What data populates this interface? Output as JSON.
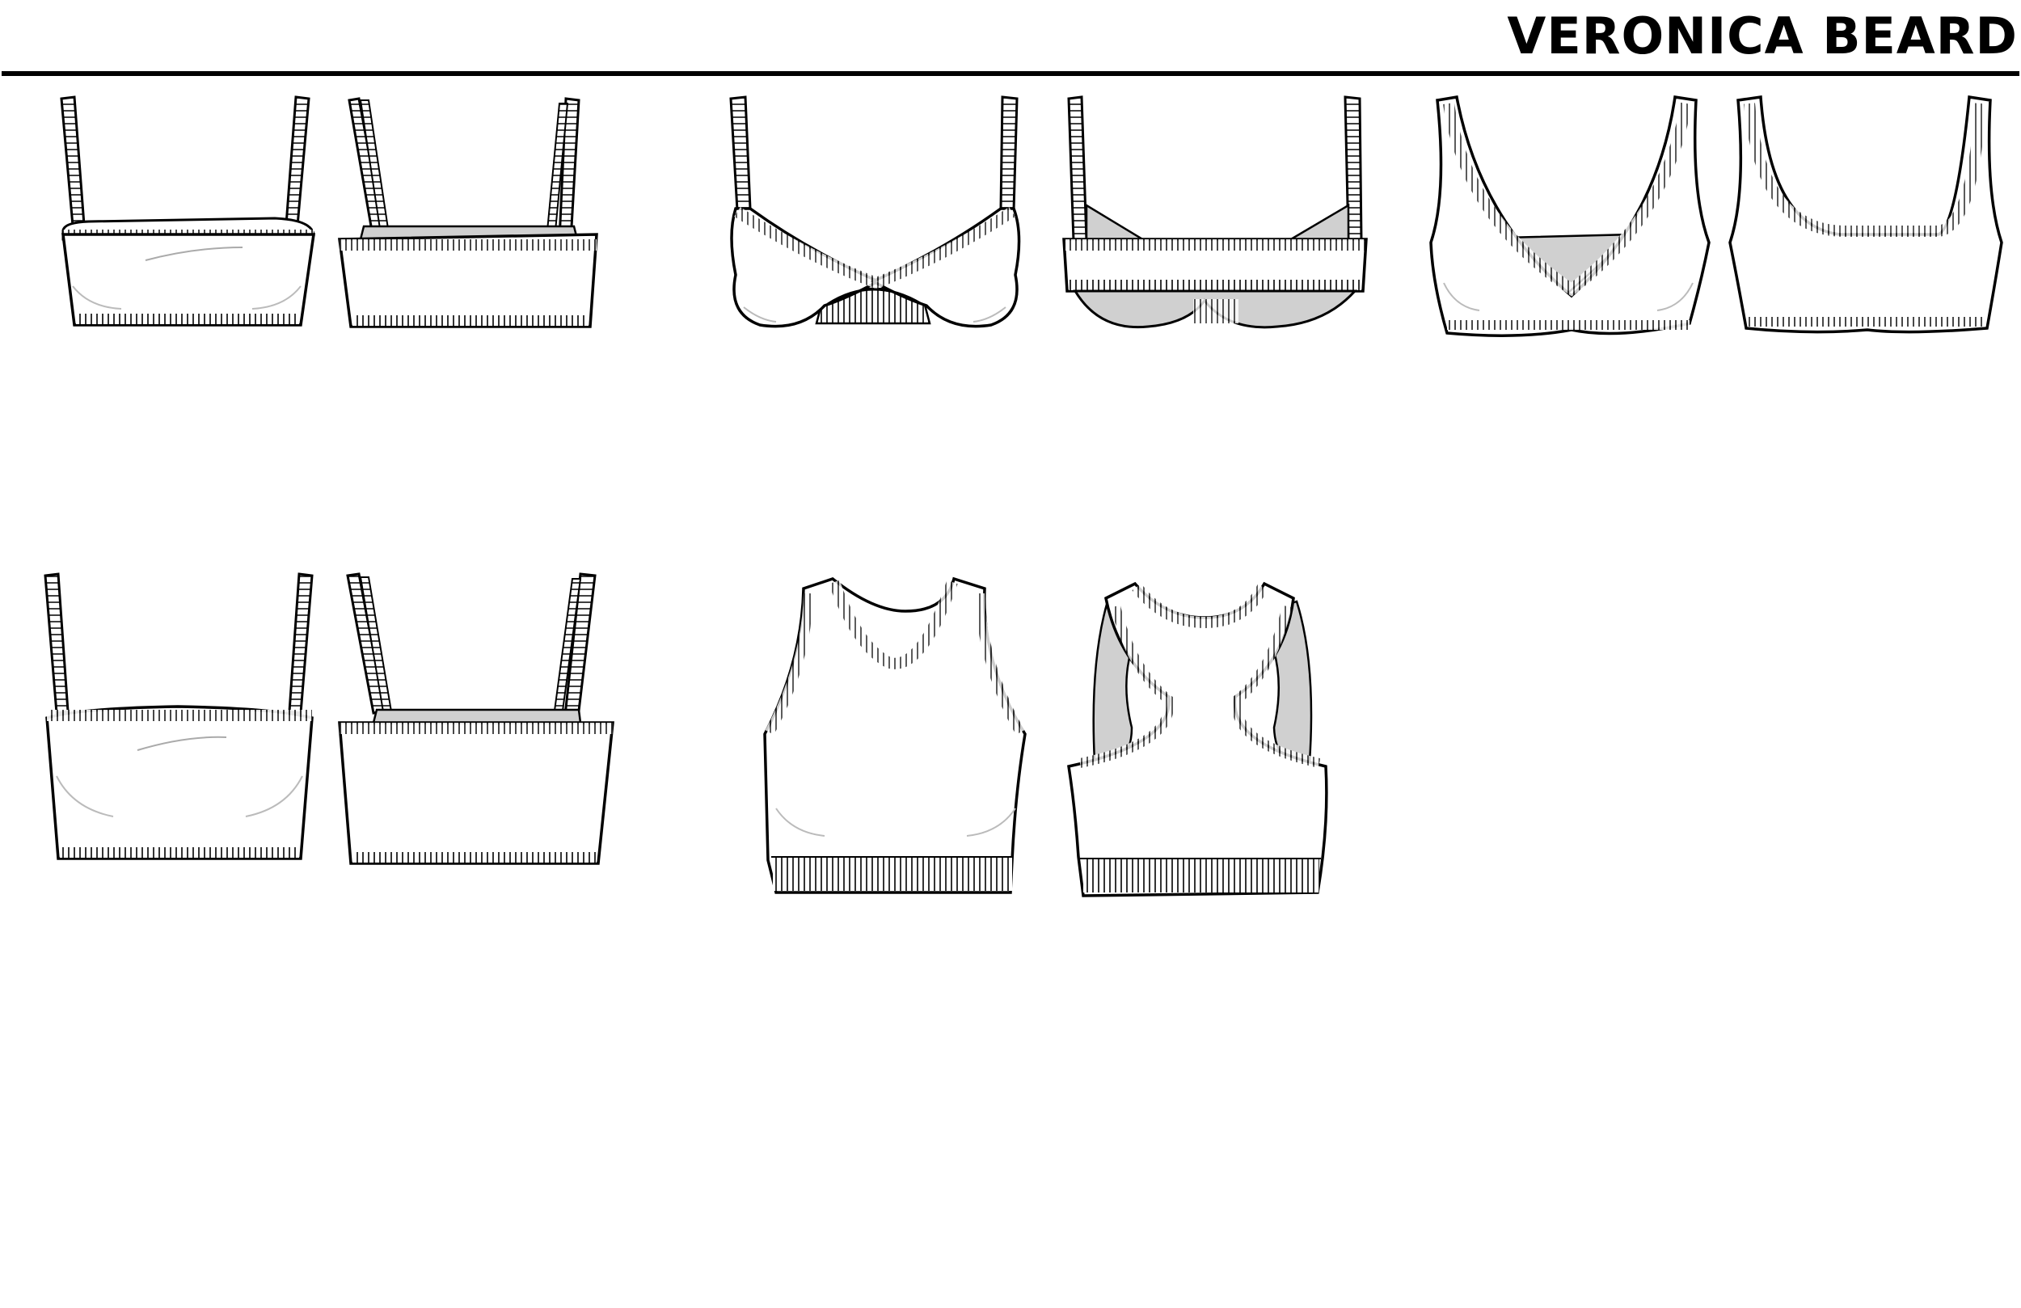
{
  "header": {
    "brand": "VERONICA BEARD"
  },
  "colors": {
    "ink": "#000000",
    "garment_fill": "#ffffff",
    "inner_fill": "#d0d0d0",
    "shade": "#c8c8c8"
  },
  "sketches": [
    {
      "style": "bandeau-top",
      "view": "front"
    },
    {
      "style": "bandeau-top",
      "view": "back"
    },
    {
      "style": "underwire-bralette",
      "view": "front"
    },
    {
      "style": "underwire-bralette",
      "view": "back"
    },
    {
      "style": "scoop-v-bra",
      "view": "front"
    },
    {
      "style": "scoop-v-bra",
      "view": "back"
    },
    {
      "style": "bandeau-top-long",
      "view": "front"
    },
    {
      "style": "bandeau-top-long",
      "view": "back"
    },
    {
      "style": "racerback-crop-tank",
      "view": "front"
    },
    {
      "style": "racerback-crop-tank",
      "view": "back"
    }
  ]
}
